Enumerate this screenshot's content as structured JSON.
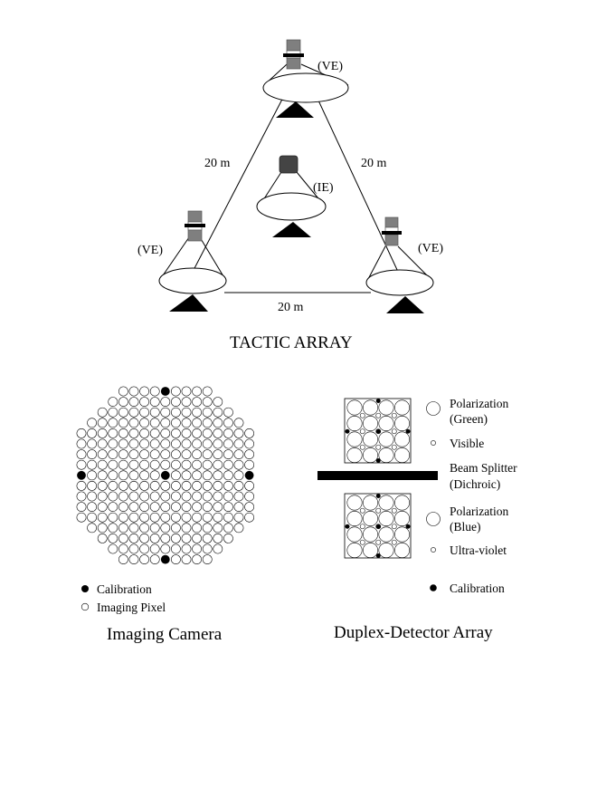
{
  "array": {
    "title": "TACTIC ARRAY",
    "ve_label": "(VE)",
    "ie_label": "(IE)",
    "distance_label": "20 m"
  },
  "camera": {
    "title": "Imaging Camera",
    "legend": {
      "calibration": "Calibration",
      "imaging_pixel": "Imaging Pixel"
    }
  },
  "duplex": {
    "title": "Duplex-Detector Array",
    "legend": {
      "polarization_green_1": "Polarization",
      "polarization_green_2": "(Green)",
      "visible": "Visible",
      "beam_splitter_1": "Beam Splitter",
      "beam_splitter_2": "(Dichroic)",
      "polarization_blue_1": "Polarization",
      "polarization_blue_2": "(Blue)",
      "ultraviolet": "Ultra-violet",
      "calibration": "Calibration"
    }
  },
  "colors": {
    "line": "#000000",
    "camera_gray": "#7f7f7f",
    "ie_body": "#444444"
  }
}
